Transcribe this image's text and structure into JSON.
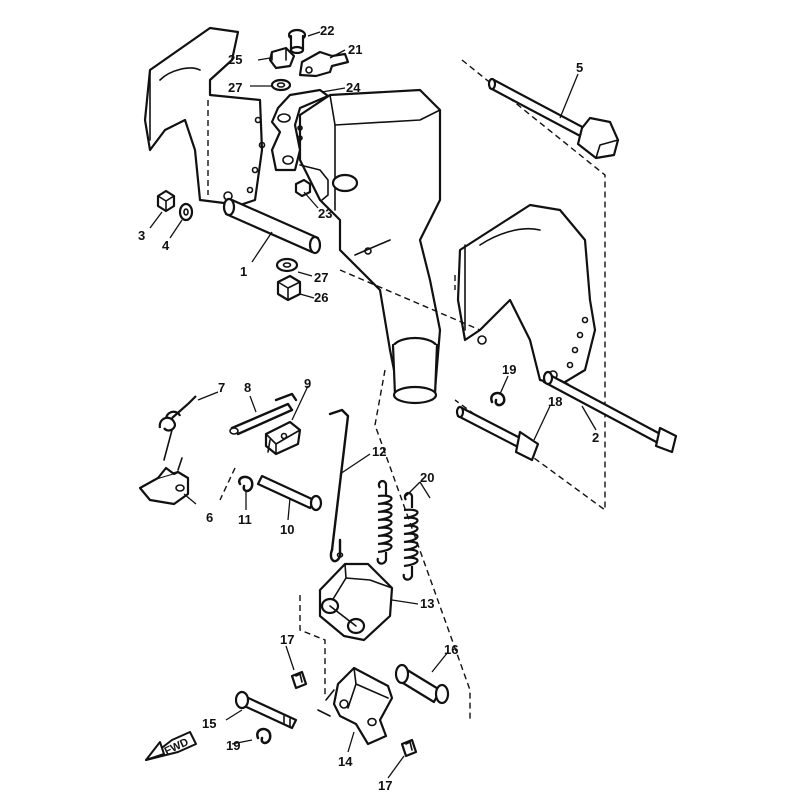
{
  "diagram": {
    "callouts": [
      {
        "id": "c1",
        "label": "1"
      },
      {
        "id": "c2",
        "label": "2"
      },
      {
        "id": "c3",
        "label": "3"
      },
      {
        "id": "c4",
        "label": "4"
      },
      {
        "id": "c5",
        "label": "5"
      },
      {
        "id": "c6",
        "label": "6"
      },
      {
        "id": "c7",
        "label": "7"
      },
      {
        "id": "c8",
        "label": "8"
      },
      {
        "id": "c9",
        "label": "9"
      },
      {
        "id": "c10",
        "label": "10"
      },
      {
        "id": "c11",
        "label": "11"
      },
      {
        "id": "c12",
        "label": "12"
      },
      {
        "id": "c13",
        "label": "13"
      },
      {
        "id": "c14",
        "label": "14"
      },
      {
        "id": "c15",
        "label": "15"
      },
      {
        "id": "c16",
        "label": "16"
      },
      {
        "id": "c17a",
        "label": "17"
      },
      {
        "id": "c17b",
        "label": "17"
      },
      {
        "id": "c18",
        "label": "18"
      },
      {
        "id": "c19a",
        "label": "19"
      },
      {
        "id": "c19b",
        "label": "19"
      },
      {
        "id": "c20",
        "label": "20"
      },
      {
        "id": "c21",
        "label": "21"
      },
      {
        "id": "c22",
        "label": "22"
      },
      {
        "id": "c23",
        "label": "23"
      },
      {
        "id": "c24",
        "label": "24"
      },
      {
        "id": "c25",
        "label": "25"
      },
      {
        "id": "c26",
        "label": "26"
      },
      {
        "id": "c27a",
        "label": "27"
      },
      {
        "id": "c27b",
        "label": "27"
      }
    ],
    "fwd_label": "FWD"
  }
}
